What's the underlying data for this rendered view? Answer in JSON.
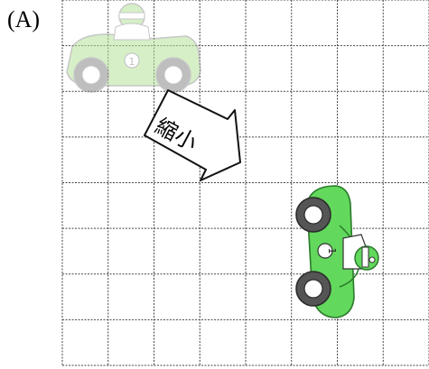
{
  "figure": {
    "option_label": "(A)",
    "arrow_text": "縮小",
    "grid": {
      "columns": 8,
      "rows": 8,
      "line_style": "dashed"
    },
    "colors": {
      "grid_line": "#444444",
      "faded_car_body": "#c8e8b0",
      "faded_car_outline": "#b8b8b8",
      "car_body": "#5fd35a",
      "car_outline": "#1f6f1f",
      "tire": "#5a5a5a",
      "rim": "#ffffff",
      "arrow_outline": "#111111"
    },
    "original_car": {
      "description_icon": "race-car-faded-icon",
      "number": "1",
      "orientation": "upright"
    },
    "transformed_car": {
      "description_icon": "race-car-rotated-icon",
      "number": "1",
      "orientation": "rotated-90-clockwise"
    }
  }
}
